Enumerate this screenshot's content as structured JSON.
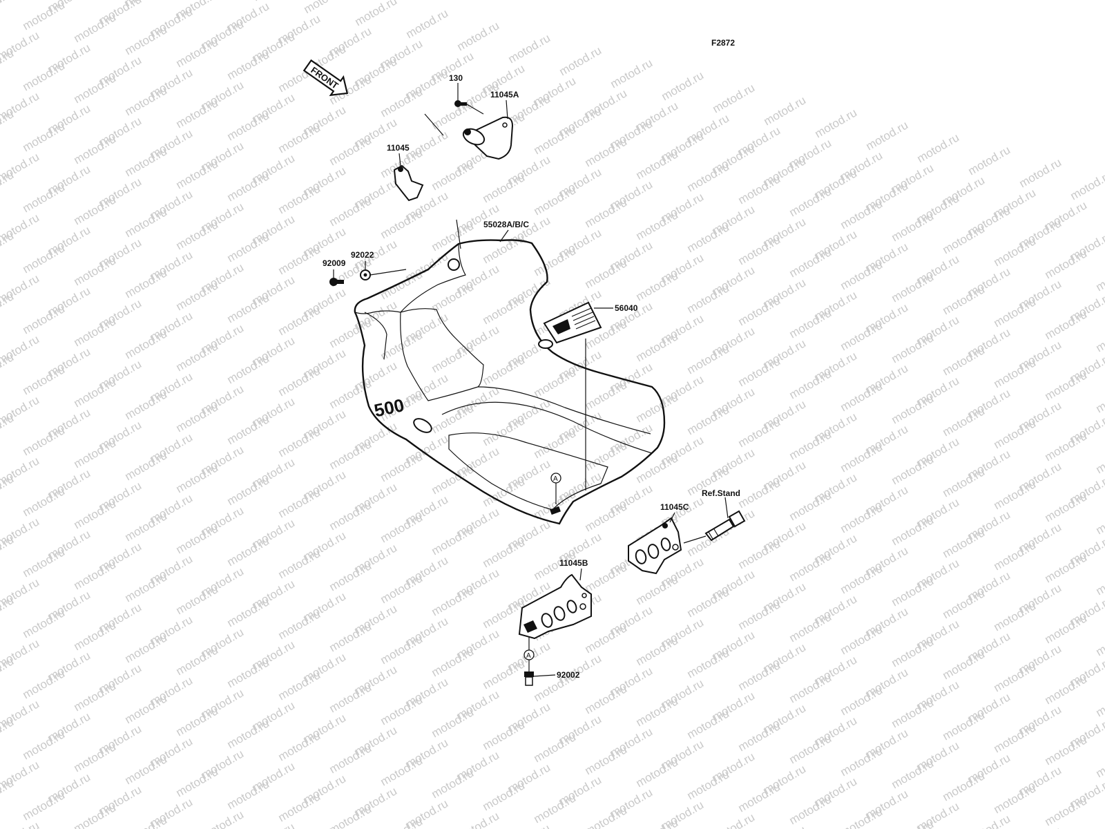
{
  "figure_code": "F2872",
  "watermark": "motod.ru",
  "front_arrow": {
    "label": "FRONT"
  },
  "parts": [
    {
      "id": "130",
      "label": "130"
    },
    {
      "id": "11045A",
      "label": "11045A"
    },
    {
      "id": "11045",
      "label": "11045"
    },
    {
      "id": "55028",
      "label": "55028A/B/C"
    },
    {
      "id": "92022",
      "label": "92022"
    },
    {
      "id": "92009",
      "label": "92009"
    },
    {
      "id": "56040",
      "label": "56040"
    },
    {
      "id": "11045C",
      "label": "11045C"
    },
    {
      "id": "ref-stand",
      "label": "Ref.Stand"
    },
    {
      "id": "11045B",
      "label": "11045B"
    },
    {
      "id": "92002",
      "label": "92002"
    }
  ],
  "fairing_marking": "500",
  "ref_marker": "A"
}
